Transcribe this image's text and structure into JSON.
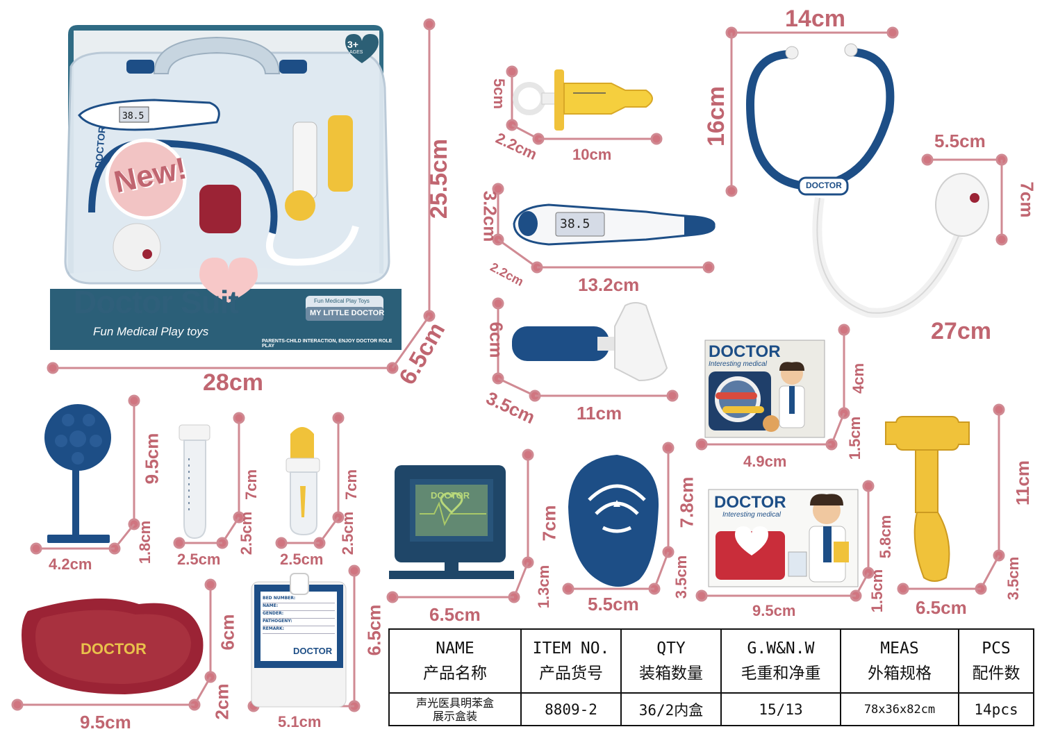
{
  "package": {
    "headline": "New!",
    "brand": "Doctor Suit",
    "tagline": "Fun Medical Play toys",
    "badge_top": "Fun Medical Play Toys",
    "badge_main": "MY LITTLE DOCTOR",
    "slogan": "PARENTS-CHILD INTERACTION, ENJOY DOCTOR ROLE PLAY",
    "age": "3+",
    "age_sub": "AGES",
    "thermometer_reading": "38.5",
    "card_label": "DOCTOR"
  },
  "dimensions": {
    "box_width": "28cm",
    "box_height": "25.5cm",
    "box_depth": "6.5cm",
    "syringe_height": "5cm",
    "syringe_depth": "2.2cm",
    "syringe_length": "10cm",
    "thermo_height": "3.2cm",
    "thermo_depth": "2.2cm",
    "thermo_length": "13.2cm",
    "otoscope_height": "6cm",
    "otoscope_depth": "3.5cm",
    "otoscope_length": "11cm",
    "steth_width": "14cm",
    "steth_height": "16cm",
    "steth_head_width": "5.5cm",
    "steth_head_height": "7cm",
    "steth_length": "27cm",
    "card1_height": "4cm",
    "card1_depth": "1.5cm",
    "card1_width": "4.9cm",
    "mirror_height": "9.5cm",
    "mirror_depth": "1.8cm",
    "mirror_width": "4.2cm",
    "tube_height": "7cm",
    "tube_depth": "2.5cm",
    "tube_width": "2.5cm",
    "bottle_height": "7cm",
    "bottle_depth": "2.5cm",
    "bottle_width": "2.5cm",
    "monitor_height": "7cm",
    "monitor_depth": "1.3cm",
    "monitor_width": "6.5cm",
    "mask_height": "7.8cm",
    "mask_depth": "3.5cm",
    "mask_width": "5.5cm",
    "card2_height": "5.8cm",
    "card2_depth": "1.5cm",
    "card2_width": "9.5cm",
    "hammer_height": "11cm",
    "hammer_depth": "3.5cm",
    "hammer_width": "6.5cm",
    "tray_height": "6cm",
    "tray_depth": "2cm",
    "tray_width": "9.5cm",
    "badge_height": "6.5cm",
    "badge_width": "5.1cm"
  },
  "card": {
    "title": "DOCTOR",
    "subtitle": "Interesting medical"
  },
  "id_badge": {
    "fields": [
      "BED NUMBER:",
      "NAME:",
      "GENDER:",
      "PATHOGENY:",
      "REMARK:"
    ],
    "logo": "DOCTOR"
  },
  "tray_logo": "DOCTOR",
  "monitor_logo": "DOCTOR",
  "steth_logo": "DOCTOR",
  "spec_table": {
    "headers": [
      {
        "en": "NAME",
        "zh": "产品名称"
      },
      {
        "en": "ITEM NO.",
        "zh": "产品货号"
      },
      {
        "en": "QTY",
        "zh": "装箱数量"
      },
      {
        "en": "G.W&N.W",
        "zh": "毛重和净重"
      },
      {
        "en": "MEAS",
        "zh": "外箱规格"
      },
      {
        "en": "PCS",
        "zh": "配件数"
      }
    ],
    "row": {
      "name_line1": "声光医具明苯盒",
      "name_line2": "展示盒装",
      "item_no": "8809-2",
      "qty": "36/2内盒",
      "weight": "15/13",
      "meas": "78x36x82cm",
      "pcs": "14pcs"
    }
  },
  "colors": {
    "dimension": "#c06570",
    "navy": "#1d4e86",
    "teal": "#2c5f75",
    "yellow": "#f0c23a",
    "maroon": "#9b2335",
    "pink": "#f2c4c4"
  }
}
